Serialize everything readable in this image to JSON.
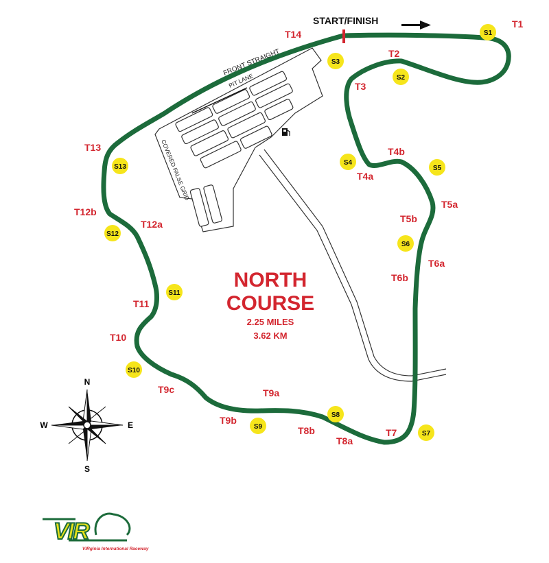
{
  "title": {
    "line1": "NORTH",
    "line2": "COURSE",
    "miles": "2.25 MILES",
    "km": "3.62 KM"
  },
  "start_finish": "START/FINISH",
  "labels": {
    "front_straight": "FRONT STRAIGHT",
    "pit_lane": "PIT LANE",
    "covered_false_grid": "COVERED FALSE GRID"
  },
  "turns": [
    "T1",
    "T2",
    "T3",
    "T4a",
    "T4b",
    "T5a",
    "T5b",
    "T6a",
    "T6b",
    "T7",
    "T8a",
    "T8b",
    "T9a",
    "T9b",
    "T9c",
    "T10",
    "T11",
    "T12a",
    "T12b",
    "T13",
    "T14"
  ],
  "stations": [
    "S1",
    "S2",
    "S3",
    "S4",
    "S5",
    "S6",
    "S7",
    "S8",
    "S9",
    "S10",
    "S11",
    "S12",
    "S13"
  ],
  "compass": {
    "n": "N",
    "s": "S",
    "e": "E",
    "w": "W"
  },
  "logo": {
    "text": "VIR",
    "tagline": "VIRginia International Raceway"
  },
  "icons": {
    "fuel": "fuel-pump-icon",
    "direction": "arrow-right-icon"
  },
  "colors": {
    "track": "#1c6b3b",
    "turn": "#d3262f",
    "station": "#f6e51b"
  }
}
